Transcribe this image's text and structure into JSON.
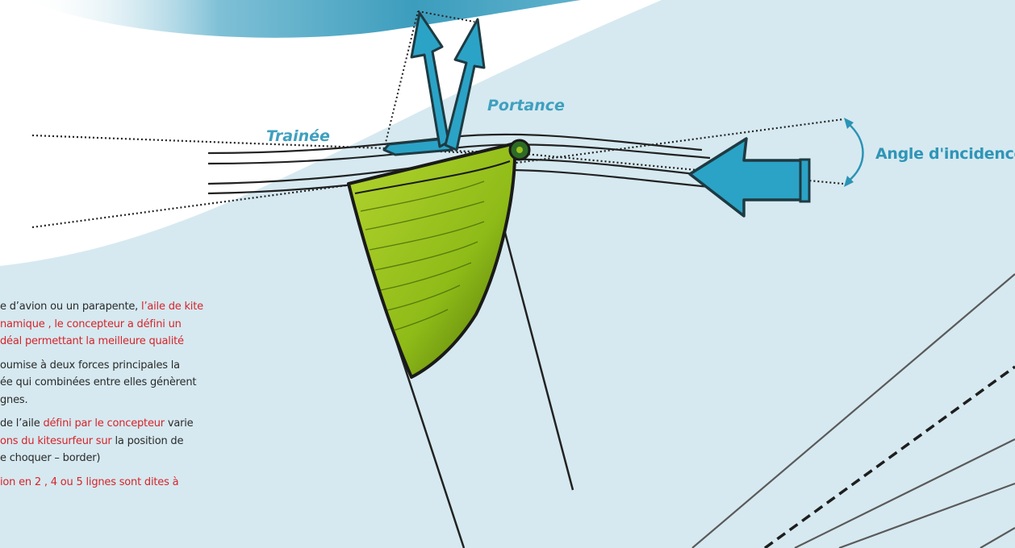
{
  "labels": {
    "trainee": "Trainée",
    "portance": "Portance",
    "angle": "Angle d'incidence"
  },
  "text": {
    "p1": [
      [
        {
          "t": "e d’avion ou un parapente, ",
          "red": false
        },
        {
          "t": "l’aile de kite",
          "red": true
        }
      ],
      [
        {
          "t": "namique , le concepteur a défini un",
          "red": true
        }
      ],
      [
        {
          "t": "déal  permettant  la meilleure qualité",
          "red": true
        }
      ]
    ],
    "p2": [
      [
        {
          "t": "oumise à deux forces principales la",
          "red": false
        }
      ],
      [
        {
          "t": "ée qui combinées entre elles génèrent",
          "red": false
        }
      ],
      [
        {
          "t": "gnes.",
          "red": false
        }
      ]
    ],
    "p3": [
      [
        {
          "t": "de l’aile  ",
          "red": false
        },
        {
          "t": "défini par le concepteur",
          "red": true
        },
        {
          "t": " varie",
          "red": false
        }
      ],
      [
        {
          "t": "ons du kitesurfeur  sur",
          "red": true
        },
        {
          "t": "  la position de",
          "red": false
        }
      ],
      [
        {
          "t": "e choquer – border)",
          "red": false
        }
      ]
    ],
    "p4": [
      [
        {
          "t": "ion en 2 , 4 ou 5 lignes sont dites à",
          "red": true
        }
      ]
    ]
  },
  "colors": {
    "sky": "#d6e9f0",
    "blue_band": "#3c9dbd",
    "arrow": "#2ba3c6",
    "arrow_dark": "#0e4d5e",
    "wing_green": "#9bc21f",
    "wing_dark": "#5a7d0a",
    "text_red": "#d8232a",
    "label_blue": "#3fa0bf"
  }
}
